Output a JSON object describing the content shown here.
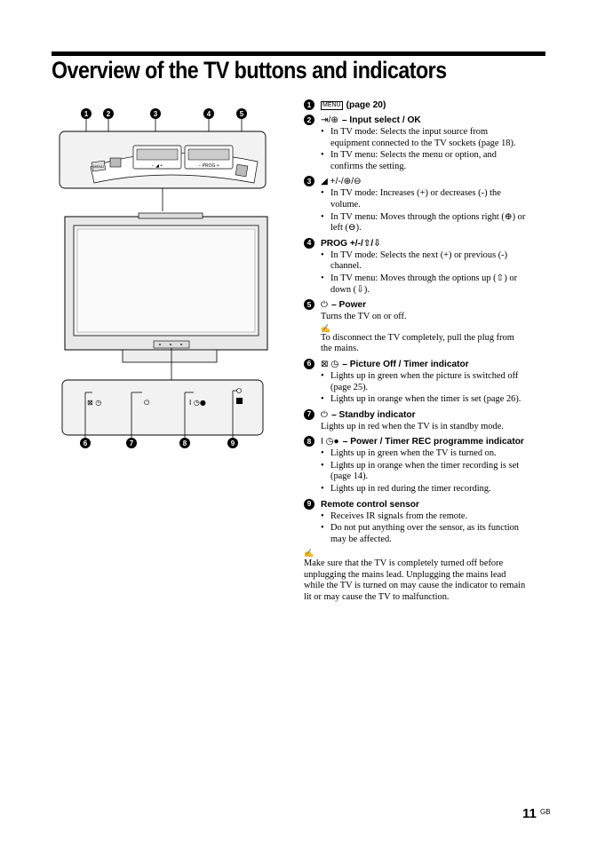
{
  "page": {
    "title": "Overview of the TV buttons and indicators",
    "number": "11",
    "lang": "GB"
  },
  "diagram": {
    "callouts_top": [
      "1",
      "2",
      "3",
      "4",
      "5"
    ],
    "callouts_bottom": [
      "6",
      "7",
      "8",
      "9"
    ],
    "panel_labels": {
      "menu": "MENU",
      "volume": "−  ◢  +",
      "prog": "−  PROG  +"
    }
  },
  "items": [
    {
      "num": "1",
      "symbol": "MENU",
      "title": "(page 20)"
    },
    {
      "num": "2",
      "symbol": "⇥/⊕",
      "title": "– Input select / OK",
      "bullets": [
        "In TV mode: Selects the input source from equipment connected to the TV sockets (page 18).",
        "In TV menu: Selects the menu or option, and confirms the setting."
      ]
    },
    {
      "num": "3",
      "symbol": "◢ +/-/⊕/⊖",
      "title": "",
      "bullets": [
        "In TV mode: Increases (+) or decreases (-) the volume.",
        "In TV menu: Moves through the options right (⊕) or left (⊖)."
      ]
    },
    {
      "num": "4",
      "symbol": "",
      "title": "PROG +/-/⇧/⇩",
      "bullets": [
        "In TV mode: Selects the next (+) or previous (-) channel.",
        "In TV menu: Moves through the options up (⇧) or down (⇩)."
      ]
    },
    {
      "num": "5",
      "symbol": "⏻",
      "title": "– Power",
      "text": "Turns the TV on or off.",
      "note": "To disconnect the TV completely, pull the plug from the mains."
    },
    {
      "num": "6",
      "symbol": "⊠ ◷",
      "title": "– Picture Off / Timer indicator",
      "bullets": [
        "Lights up in green when the picture is switched off (page 25).",
        "Lights up in orange when the timer is set (page 26)."
      ]
    },
    {
      "num": "7",
      "symbol": "⏻",
      "title": "– Standby indicator",
      "text": "Lights up in red when the TV is in standby mode."
    },
    {
      "num": "8",
      "symbol": "I ◷●",
      "title": "– Power / Timer REC programme indicator",
      "bullets": [
        "Lights up in green when the TV is turned on.",
        "Lights up in orange when the timer recording is set (page 14).",
        "Lights up in red during the timer recording."
      ]
    },
    {
      "num": "9",
      "symbol": "",
      "title": "Remote control sensor",
      "bullets": [
        "Receives IR signals from the remote.",
        "Do not put anything over the sensor, as its function may be affected."
      ]
    }
  ],
  "note_icon": "✍",
  "final_note": "Make sure that the TV is completely turned off before unplugging the mains lead. Unplugging the mains lead while the TV is turned on may cause the indicator to remain lit or may cause the TV to malfunction."
}
